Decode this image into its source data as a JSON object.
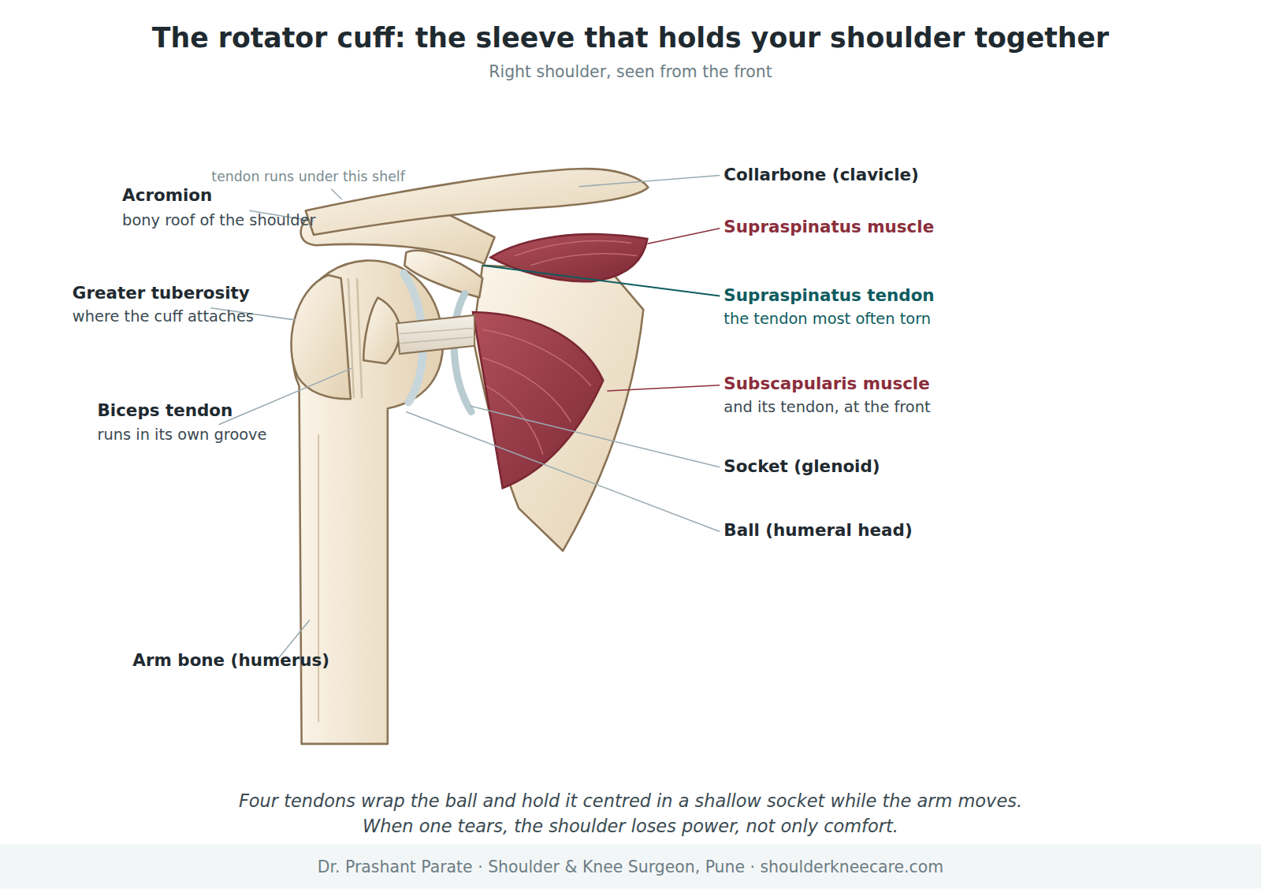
{
  "diagram": {
    "title": "The rotator cuff: the sleeve that holds your shoulder together",
    "caption": "Four tendons wrap the ball and hold it centred in a shallow socket while the arm moves. When one tears, the shoulder loses power, not only comfort.",
    "labels": [
      "Right shoulder, seen from the front",
      "tendon runs under this shelf",
      "Acromion",
      "bony roof of the shoulder",
      "Greater tuberosity",
      "where the cuff attaches",
      "Biceps tendon",
      "runs in its own groove",
      "Arm bone (humerus)",
      "Collarbone (clavicle)",
      "Supraspinatus muscle",
      "Supraspinatus tendon",
      "the tendon most often torn",
      "Subscapularis muscle",
      "and its tendon, at the front",
      "Socket (glenoid)",
      "Ball (humeral head)",
      "Dr. Prashant Parate · Shoulder & Knee Surgeon, Pune · shoulderkneecare.com"
    ]
  }
}
